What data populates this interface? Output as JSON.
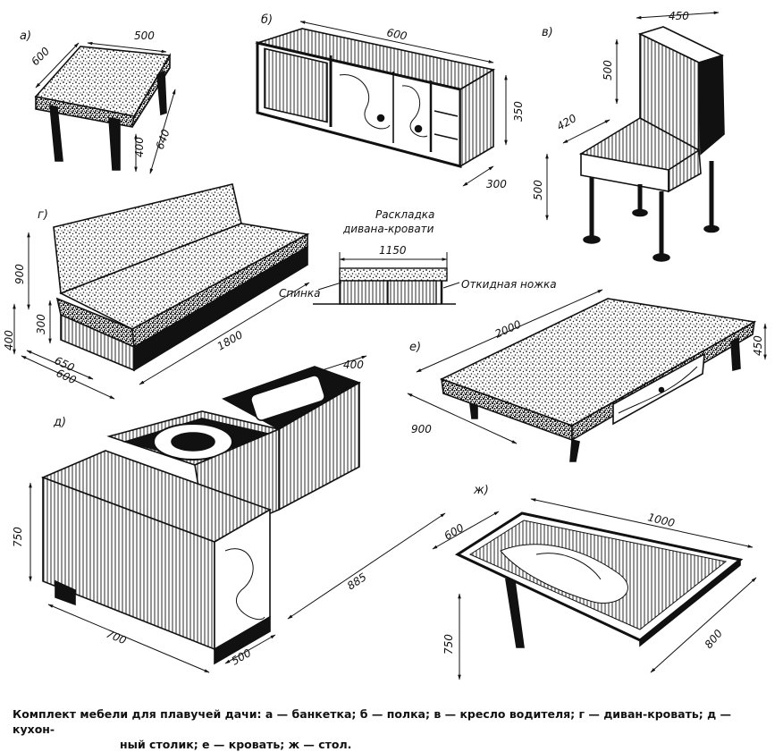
{
  "figure": {
    "caption_line1": "Комплект мебели для плавучей дачи: а — банкетка; б — полка; в — кресло водителя; г — диван-кровать; д — кухон-",
    "caption_line2": "ный столик; е — кровать; ж — стол."
  },
  "items": {
    "a": {
      "letter": "а)",
      "dims": [
        "500",
        "600",
        "400",
        "640"
      ]
    },
    "b": {
      "letter": "б)",
      "dims": [
        "600",
        "350",
        "300"
      ]
    },
    "v": {
      "letter": "в)",
      "dims": [
        "450",
        "500",
        "420",
        "500"
      ]
    },
    "g": {
      "letter": "г)",
      "dims": [
        "900",
        "300",
        "400",
        "650",
        "600",
        "1800"
      ]
    },
    "unfold": {
      "title_line1": "Раскладка",
      "title_line2": "дивана-кровати",
      "dim": "1150",
      "label_back": "Спинка",
      "label_leg": "Откидная ножка"
    },
    "e": {
      "letter": "е)",
      "dims": [
        "2000",
        "450",
        "900"
      ]
    },
    "d": {
      "letter": "д)",
      "dims": [
        "400",
        "750",
        "700",
        "500",
        "885"
      ]
    },
    "zh": {
      "letter": "ж)",
      "dims": [
        "600",
        "1000",
        "800",
        "750"
      ]
    }
  },
  "colors": {
    "ink": "#111111",
    "paper": "#ffffff"
  }
}
